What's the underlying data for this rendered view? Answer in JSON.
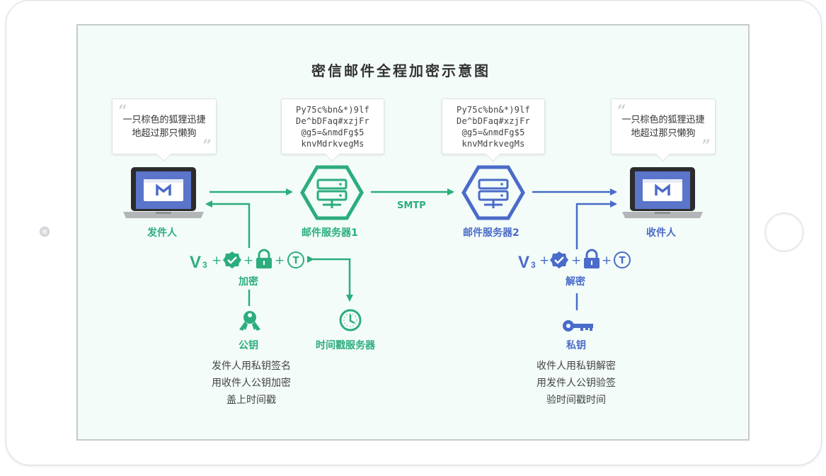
{
  "diagram": {
    "title": "密信邮件全程加密示意图",
    "sender_bubble": {
      "line1": "一只棕色的狐狸迅捷",
      "line2": "地超过那只懒狗"
    },
    "receiver_bubble": {
      "line1": "一只棕色的狐狸迅捷",
      "line2": "地超过那只懒狗"
    },
    "cipher1": [
      "Py75c%bn&*)9lf",
      "De^bDFaq#xzjFr",
      "@g5=&nmdFg$5",
      "knvMdrkvegMs"
    ],
    "cipher2": [
      "Py75c%bn&*)9lf",
      "De^bDFaq#xzjFr",
      "@g5=&nmdFg$5",
      "knvMdrkvegMs"
    ],
    "sender_label": "发件人",
    "server1_label": "邮件服务器1",
    "server2_label": "邮件服务器2",
    "receiver_label": "收件人",
    "smtp_label": "SMTP",
    "encrypt_label": "加密",
    "decrypt_label": "解密",
    "public_key_label": "公钥",
    "private_key_label": "私钥",
    "timestamp_label": "时间戳服务器",
    "v3_text": "V",
    "v3_sub": "3",
    "plus": "+",
    "tsa_text": "T",
    "encrypt_desc": [
      "发件人用私钥签名",
      "用收件人公钥加密",
      "盖上时间戳"
    ],
    "decrypt_desc": [
      "收件人用私钥解密",
      "用发件人公钥验签",
      "验时间戳时间"
    ]
  },
  "colors": {
    "green": "#2cad7e",
    "blue": "#4a6bc9",
    "laptop_body": "#2c2c2e",
    "laptop_base": "#b3b5b8"
  }
}
